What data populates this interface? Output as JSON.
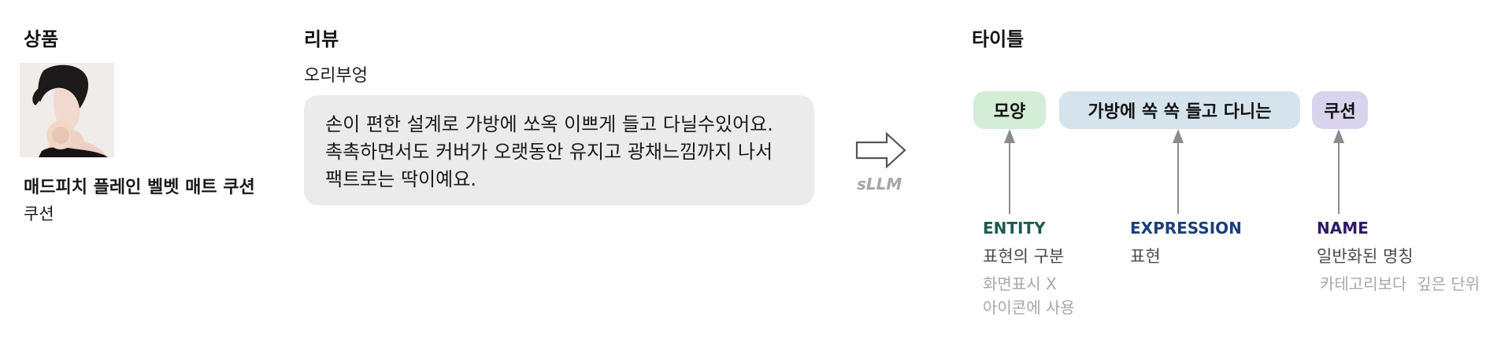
{
  "headers": {
    "product": "상품",
    "review": "리뷰",
    "title": "타이틀"
  },
  "product": {
    "image_icon": "product-photo-woman-holding-cushion-compact",
    "name": "매드피치 플레인 벨벳 매트 쿠션",
    "category": "쿠션"
  },
  "review": {
    "author": "오리부엉",
    "text": "손이 편한 설계로 가방에 쏘옥 이쁘게 들고 다닐수있어요. 촉촉하면서도 커버가 오랫동안 유지고 광채느낌까지 나서 팩트로는 딱이예요."
  },
  "arrow": {
    "icon": "right-arrow-outline",
    "label": "sLLM"
  },
  "title": {
    "tags": [
      {
        "text": "모양",
        "color": "#d3edd7"
      },
      {
        "text": "가방에 쏙 쏙 들고 다니는",
        "color": "#d5e4ec"
      },
      {
        "text": "쿠션",
        "color": "#d9d3ee"
      }
    ],
    "annotations": [
      {
        "type": "ENTITY",
        "type_color": "#1d5a52",
        "description": "표현의 구분",
        "notes": [
          "화면표시 X",
          "아이콘에 사용"
        ]
      },
      {
        "type": "EXPRESSION",
        "type_color": "#1a3f7a",
        "description": "표현",
        "notes": []
      },
      {
        "type": "NAME",
        "type_color": "#2e1a66",
        "description": "일반화된 명칭",
        "notes": [
          "카테고리보다  깊은 단위"
        ]
      }
    ]
  },
  "colors": {
    "bubble": "#ebebeb",
    "pointer": "#8c8c8c",
    "muted": "#a8a8a8"
  }
}
